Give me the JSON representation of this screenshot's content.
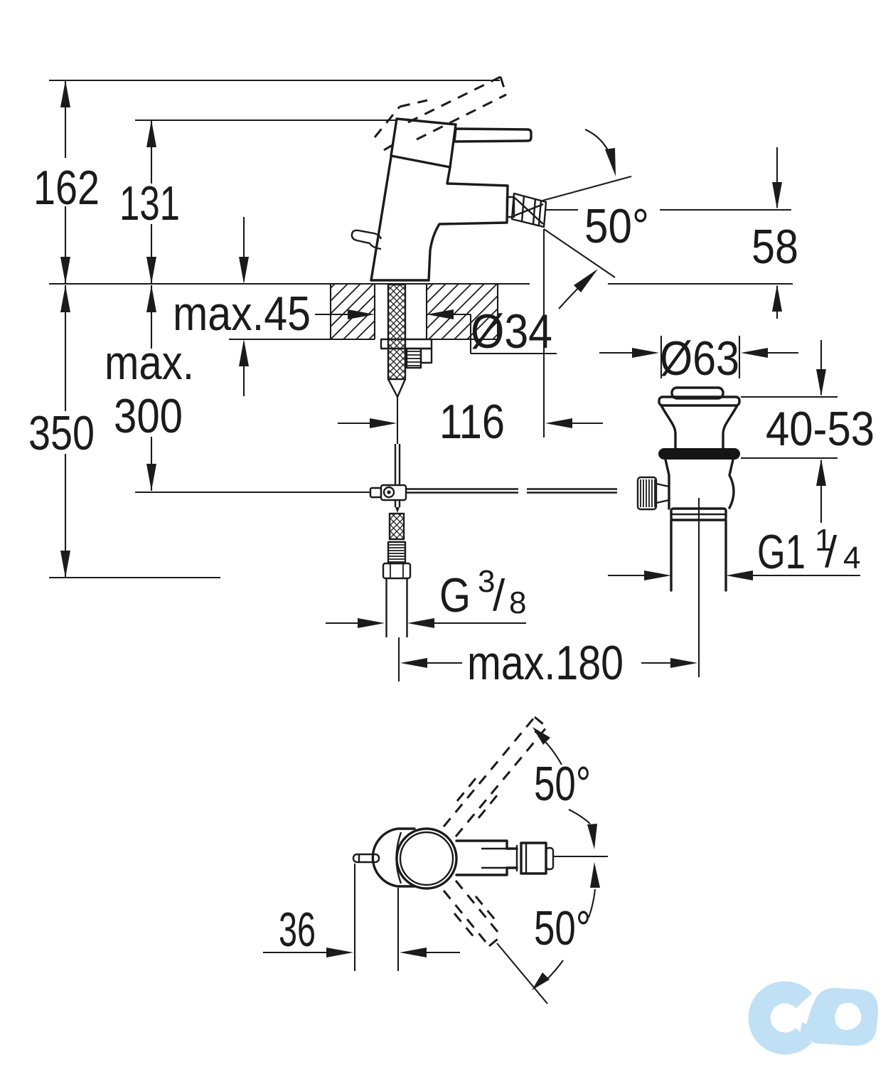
{
  "drawing": {
    "title": "faucet-installation-dimension-diagram",
    "front_view": {
      "height_total": "162",
      "height_body": "131",
      "deck_thickness": "max.45",
      "hole_diameter": "Ø34",
      "depth_label": "max.",
      "depth_value": "300",
      "hose_length": "350",
      "spout_angle": "50°",
      "outlet_height": "58",
      "waste_flange_diameter": "Ø63",
      "spout_projection": "116",
      "waste_adjust_range": "40-53",
      "waste_thread": {
        "main": "G1",
        "sup": "1",
        "slash": "/",
        "sub": "4"
      },
      "supply_thread": {
        "main": "G",
        "sup": "3",
        "slash": "/",
        "sub": "8"
      },
      "rod_length": "max.180"
    },
    "top_view": {
      "swivel_angle_upper": "50°",
      "swivel_angle_lower": "50°",
      "knob_offset": "36"
    },
    "colors": {
      "ink": "#1b1b1b",
      "paper": "#ffffff",
      "watermark_blue": "#bfe0f5"
    },
    "watermark_icon": "cd-infinity-logo"
  }
}
